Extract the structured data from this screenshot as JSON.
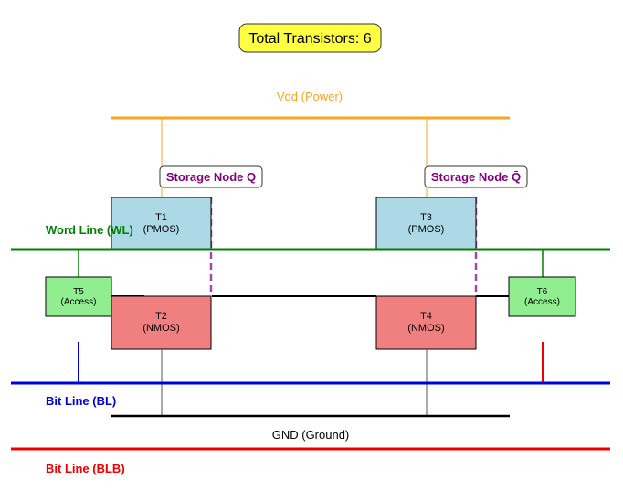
{
  "title": "Total Transistors: 6",
  "rails": {
    "vdd": "Vdd (Power)",
    "gnd": "GND (Ground)",
    "word_line": "Word Line (WL)",
    "bit_line": "Bit Line (BL)",
    "bit_line_bar": "Bit Line (BLB)"
  },
  "nodes": {
    "q": "Storage Node Q",
    "q_bar": "Storage Node Q̄"
  },
  "transistors": {
    "t1": {
      "name": "T1",
      "type": "(PMOS)"
    },
    "t2": {
      "name": "T2",
      "type": "(NMOS)"
    },
    "t3": {
      "name": "T3",
      "type": "(PMOS)"
    },
    "t4": {
      "name": "T4",
      "type": "(NMOS)"
    },
    "t5": {
      "name": "T5",
      "type": "(Access)"
    },
    "t6": {
      "name": "T6",
      "type": "(Access)"
    }
  },
  "colors": {
    "vdd": "#f5a623",
    "word_line": "#008000",
    "bit_line": "#0000dd",
    "bit_line_bar": "#ee0000",
    "gnd": "#000000",
    "pmos_fill": "#add8e6",
    "nmos_fill": "#f08080",
    "access_fill": "#90ee90",
    "title_fill": "#ffff44",
    "node_label": "#800080",
    "feedback": "#aa44aa"
  }
}
